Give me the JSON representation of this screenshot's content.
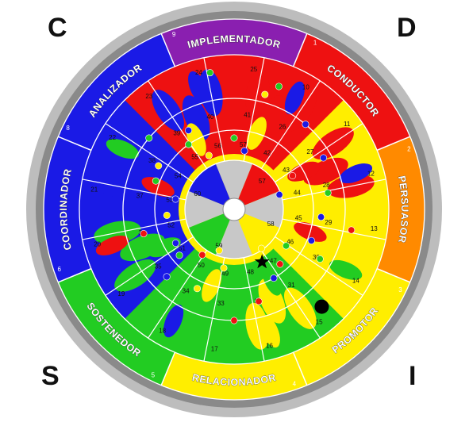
{
  "corners": {
    "top_left": "C",
    "top_right": "D",
    "bottom_left": "S",
    "bottom_right": "I"
  },
  "colors": {
    "red": "#ee1111",
    "yellow": "#ffee00",
    "green": "#22cc22",
    "blue": "#1a1ae6",
    "orange": "#ff8a00",
    "purple": "#8a1fb0",
    "ring_gray": "#bdbdbd",
    "center_gray": "#c8c8c8"
  },
  "sectors": [
    {
      "name": "IMPLEMENTADOR",
      "num": "9"
    },
    {
      "name": "CONDUCTOR",
      "num": "1"
    },
    {
      "name": "PERSUASOR",
      "num": "2"
    },
    {
      "name": "PROMOTOR",
      "num": "3"
    },
    {
      "name": "RELACIONADOR",
      "num": "4"
    },
    {
      "name": "SOSTENEDOR",
      "num": "5"
    },
    {
      "name": "COORDINADOR",
      "num": "6"
    },
    {
      "name": "ANALIZADOR",
      "num": "8"
    }
  ],
  "scores": [
    {
      "ring1": "25",
      "ring2": "41",
      "ring3": "57",
      "ring4": "",
      "inner": "",
      "ring5": ""
    },
    {
      "ring1": "10",
      "ring2": "26",
      "ring3": "42",
      "ring4": "",
      "inner": "",
      "ring5": ""
    },
    {
      "ring1": "11",
      "ring2": "27",
      "ring3": "43",
      "ring4": "57",
      "inner": "",
      "ring5": ""
    },
    {
      "ring1": "12",
      "ring2": "28",
      "ring3": "44",
      "ring4": "",
      "inner": "",
      "ring5": ""
    },
    {
      "ring1": "13",
      "ring2": "29",
      "ring3": "45",
      "ring4": "",
      "inner": "",
      "ring5": ""
    },
    {
      "ring1": "14",
      "ring2": "30",
      "ring3": "46",
      "ring4": "58",
      "inner": "",
      "ring5": ""
    },
    {
      "ring1": "15",
      "ring2": "31",
      "ring3": "47",
      "ring4": "",
      "inner": "",
      "ring5": ""
    },
    {
      "ring1": "16",
      "ring2": "32",
      "ring3": "48",
      "ring4": "",
      "inner": "",
      "ring5": ""
    },
    {
      "ring1": "17",
      "ring2": "33",
      "ring3": "49",
      "ring4": "",
      "inner": "",
      "ring5": ""
    },
    {
      "ring1": "18",
      "ring2": "34",
      "ring3": "50",
      "ring4": "59",
      "inner": "",
      "ring5": ""
    },
    {
      "ring1": "19",
      "ring2": "35",
      "ring3": "51",
      "ring4": "",
      "inner": "",
      "ring5": ""
    },
    {
      "ring1": "20",
      "ring2": "36",
      "ring3": "52",
      "ring4": "",
      "inner": "",
      "ring5": ""
    },
    {
      "ring1": "21",
      "ring2": "37",
      "ring3": "53",
      "ring4": "",
      "inner": "",
      "ring5": ""
    },
    {
      "ring1": "22",
      "ring2": "38",
      "ring3": "54",
      "ring4": "60",
      "inner": "",
      "ring5": ""
    },
    {
      "ring1": "23",
      "ring2": "39",
      "ring3": "55",
      "ring4": "",
      "inner": "",
      "ring5": ""
    },
    {
      "ring1": "24",
      "ring2": "40",
      "ring3": "56",
      "ring4": "",
      "inner": "",
      "ring5": ""
    }
  ]
}
